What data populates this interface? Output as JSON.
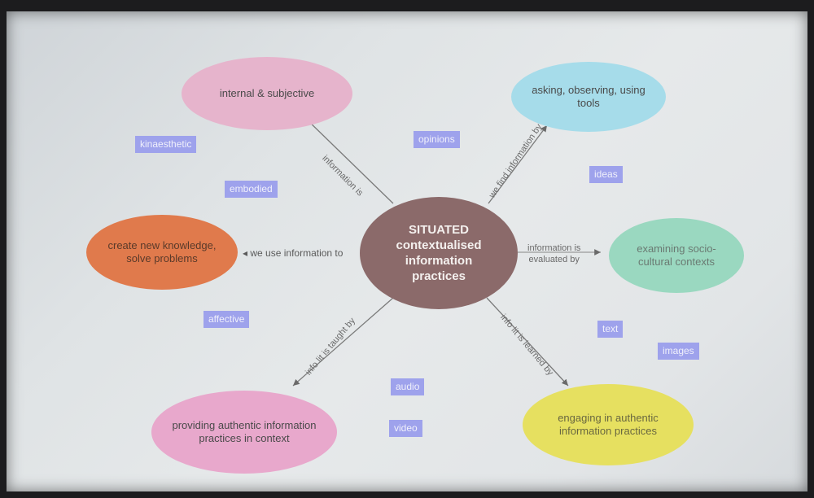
{
  "center": [
    "SITUATED",
    "contextualised",
    "information",
    "practices"
  ],
  "nodes": {
    "top_left": "internal & subjective",
    "top_right": "asking, observing, using tools",
    "left": "create new knowledge, solve problems",
    "right": "examining socio-cultural contexts",
    "bottom_left": "providing authentic information practices in context",
    "bottom_right": "engaging in authentic information practices"
  },
  "edges": {
    "top_left": "information is",
    "top_right": "we find information by",
    "left": "we use information to",
    "right_line1": "information is",
    "right_line2": "evaluated by",
    "bottom_left": "info lit is taught by",
    "bottom_right": "info lit is learned by"
  },
  "tags": {
    "kinaesthetic": "kinaesthetic",
    "opinions": "opinions",
    "embodied": "embodied",
    "ideas": "ideas",
    "affective": "affective",
    "text": "text",
    "images": "images",
    "audio": "audio",
    "video": "video"
  },
  "colors": {
    "center": "#8b6a6a",
    "top_left": "#e6b4cc",
    "top_right": "#a6dcea",
    "left": "#e07a4c",
    "right": "#9ad8c0",
    "bottom_left": "#e8a8cc",
    "bottom_right": "#e6e060",
    "tag": "#9ea2ec"
  }
}
